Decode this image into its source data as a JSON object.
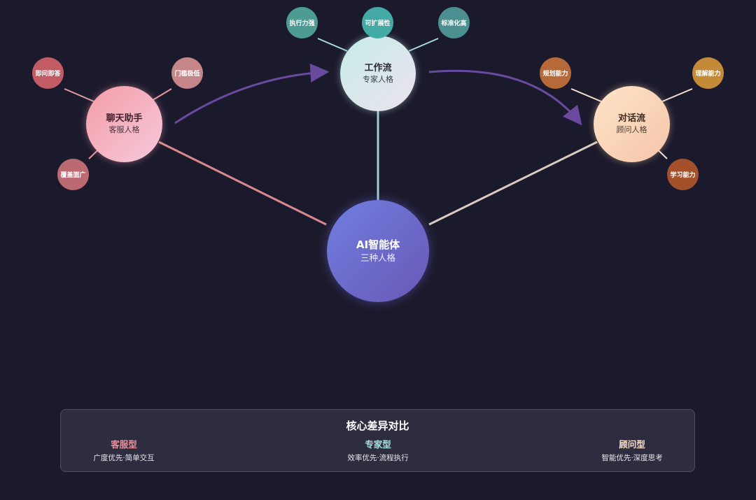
{
  "center": {
    "title": "AI智能体",
    "subtitle": "三种人格"
  },
  "personas": {
    "chat": {
      "title": "聊天助手",
      "subtitle": "客服人格",
      "color": "#f49da6"
    },
    "work": {
      "title": "工作流",
      "subtitle": "专家人格",
      "color": "#c6ece8"
    },
    "dialog": {
      "title": "对话流",
      "subtitle": "顾问人格",
      "color": "#fde3c6"
    }
  },
  "features": {
    "chat": [
      "即问即答",
      "门槛极低",
      "覆盖面广"
    ],
    "work": [
      "执行力强",
      "可扩展性",
      "标准化高"
    ],
    "dialog": [
      "规划能力",
      "理解能力",
      "学习能力"
    ]
  },
  "comparison": {
    "title": "核心差异对比",
    "columns": [
      {
        "title": "客服型",
        "desc": "广度优先·简单交互"
      },
      {
        "title": "专家型",
        "desc": "效率优先·流程执行"
      },
      {
        "title": "顾问型",
        "desc": "智能优先·深度思考"
      }
    ]
  },
  "colors": {
    "background": "#1b1a2c",
    "center": "#6f7ee0",
    "arrow": "#6a4a9e",
    "chat_link": "#d9888f",
    "work_link": "#9fd0d0",
    "dialog_link": "#d9cbbf"
  }
}
